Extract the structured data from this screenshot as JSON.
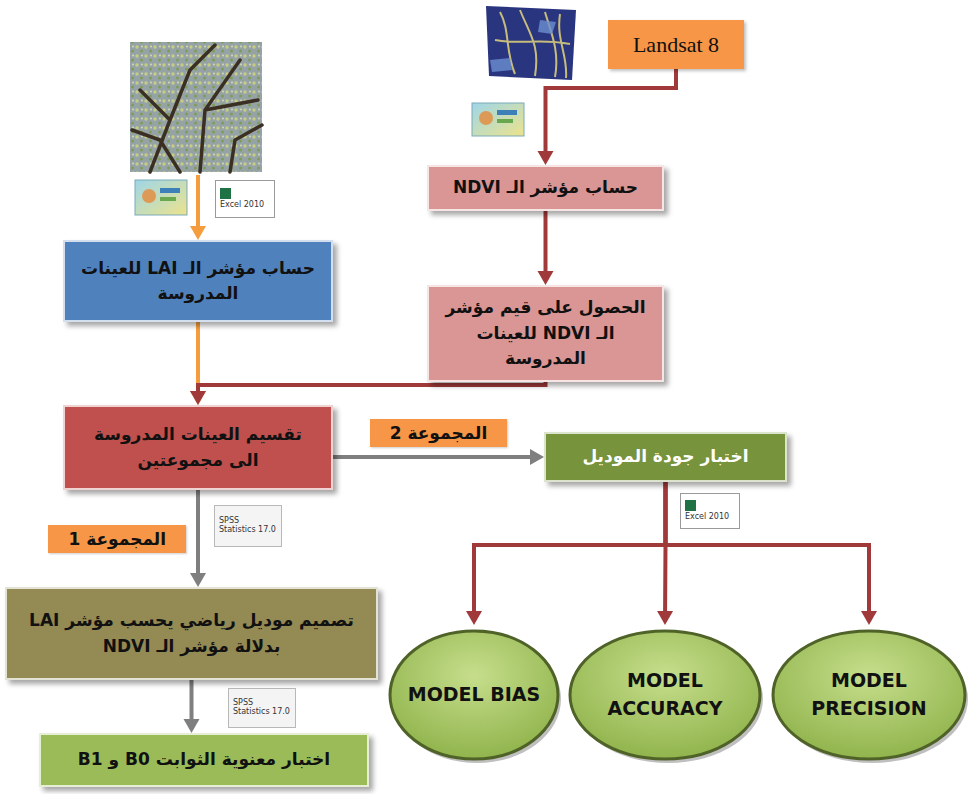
{
  "diagram": {
    "nodes": [
      {
        "text": [
          "Landsat 8"
        ]
      },
      {
        "text": [
          "حساب مؤشر الـ NDVI"
        ]
      },
      {
        "text": [
          "حساب مؤشر الـ LAI للعينات المدروسة"
        ]
      },
      {
        "text": [
          "الحصول على قيم مؤشر الـ NDVI للعينات المدروسة"
        ]
      },
      {
        "text": [
          "تقسيم العينات المدروسة الى مجموعتين"
        ]
      },
      {
        "text": [
          "اختبار جودة الموديل"
        ]
      },
      {
        "text": [
          "تصميم موديل رياضي يحسب مؤشر LAI بدلالة مؤشر الـ NDVI"
        ]
      },
      {
        "text": [
          "اختبار معنوية الثوابت B0 و B1"
        ]
      },
      {
        "text": [
          "MODEL BIAS"
        ]
      },
      {
        "text": [
          "MODEL ACCURACY"
        ]
      },
      {
        "text": [
          "MODEL PRECISION"
        ]
      }
    ],
    "edges": [
      {
        "from": 0,
        "to": 1,
        "arrow": "to"
      },
      {
        "from": 1,
        "to": 3,
        "arrow": "to"
      },
      {
        "from": 2,
        "to": 4,
        "arrow": "to"
      },
      {
        "from": 3,
        "to": 4,
        "arrow": "to"
      },
      {
        "from": 4,
        "to": 5,
        "label": "المجموعة 2",
        "arrow": "to"
      },
      {
        "from": 4,
        "to": 6,
        "label": "المجموعة 1",
        "arrow": "to"
      },
      {
        "from": 6,
        "to": 7,
        "arrow": "to"
      },
      {
        "from": 5,
        "to": 8,
        "arrow": "to"
      },
      {
        "from": 5,
        "to": 9,
        "arrow": "to"
      },
      {
        "from": 5,
        "to": 10,
        "arrow": "to"
      }
    ],
    "labels": [
      "Excel 2010",
      "Excel 2010",
      "SPSS Statistics 17.0",
      "SPSS Statistics 17.0"
    ]
  }
}
